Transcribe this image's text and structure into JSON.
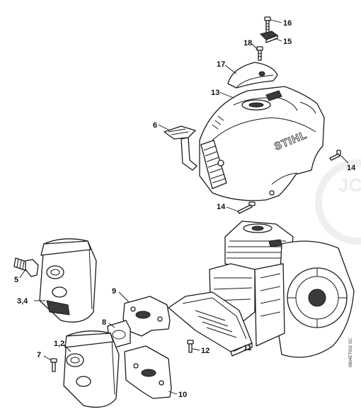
{
  "diagram": {
    "brand_text": "STIHL",
    "watermark_text": "JC",
    "drawing_code": "0804ET002 SC",
    "callouts": {
      "p16": "16",
      "p15": "15",
      "p18": "18",
      "p17": "17",
      "p13": "13",
      "p6": "6",
      "p14_right": "14",
      "p14_lower": "14",
      "p5": "5",
      "p34": "3,4",
      "p9": "9",
      "p8": "8",
      "p12": "12",
      "p11": "11",
      "p12b": "1,2",
      "p7": "7",
      "p10": "10"
    }
  }
}
